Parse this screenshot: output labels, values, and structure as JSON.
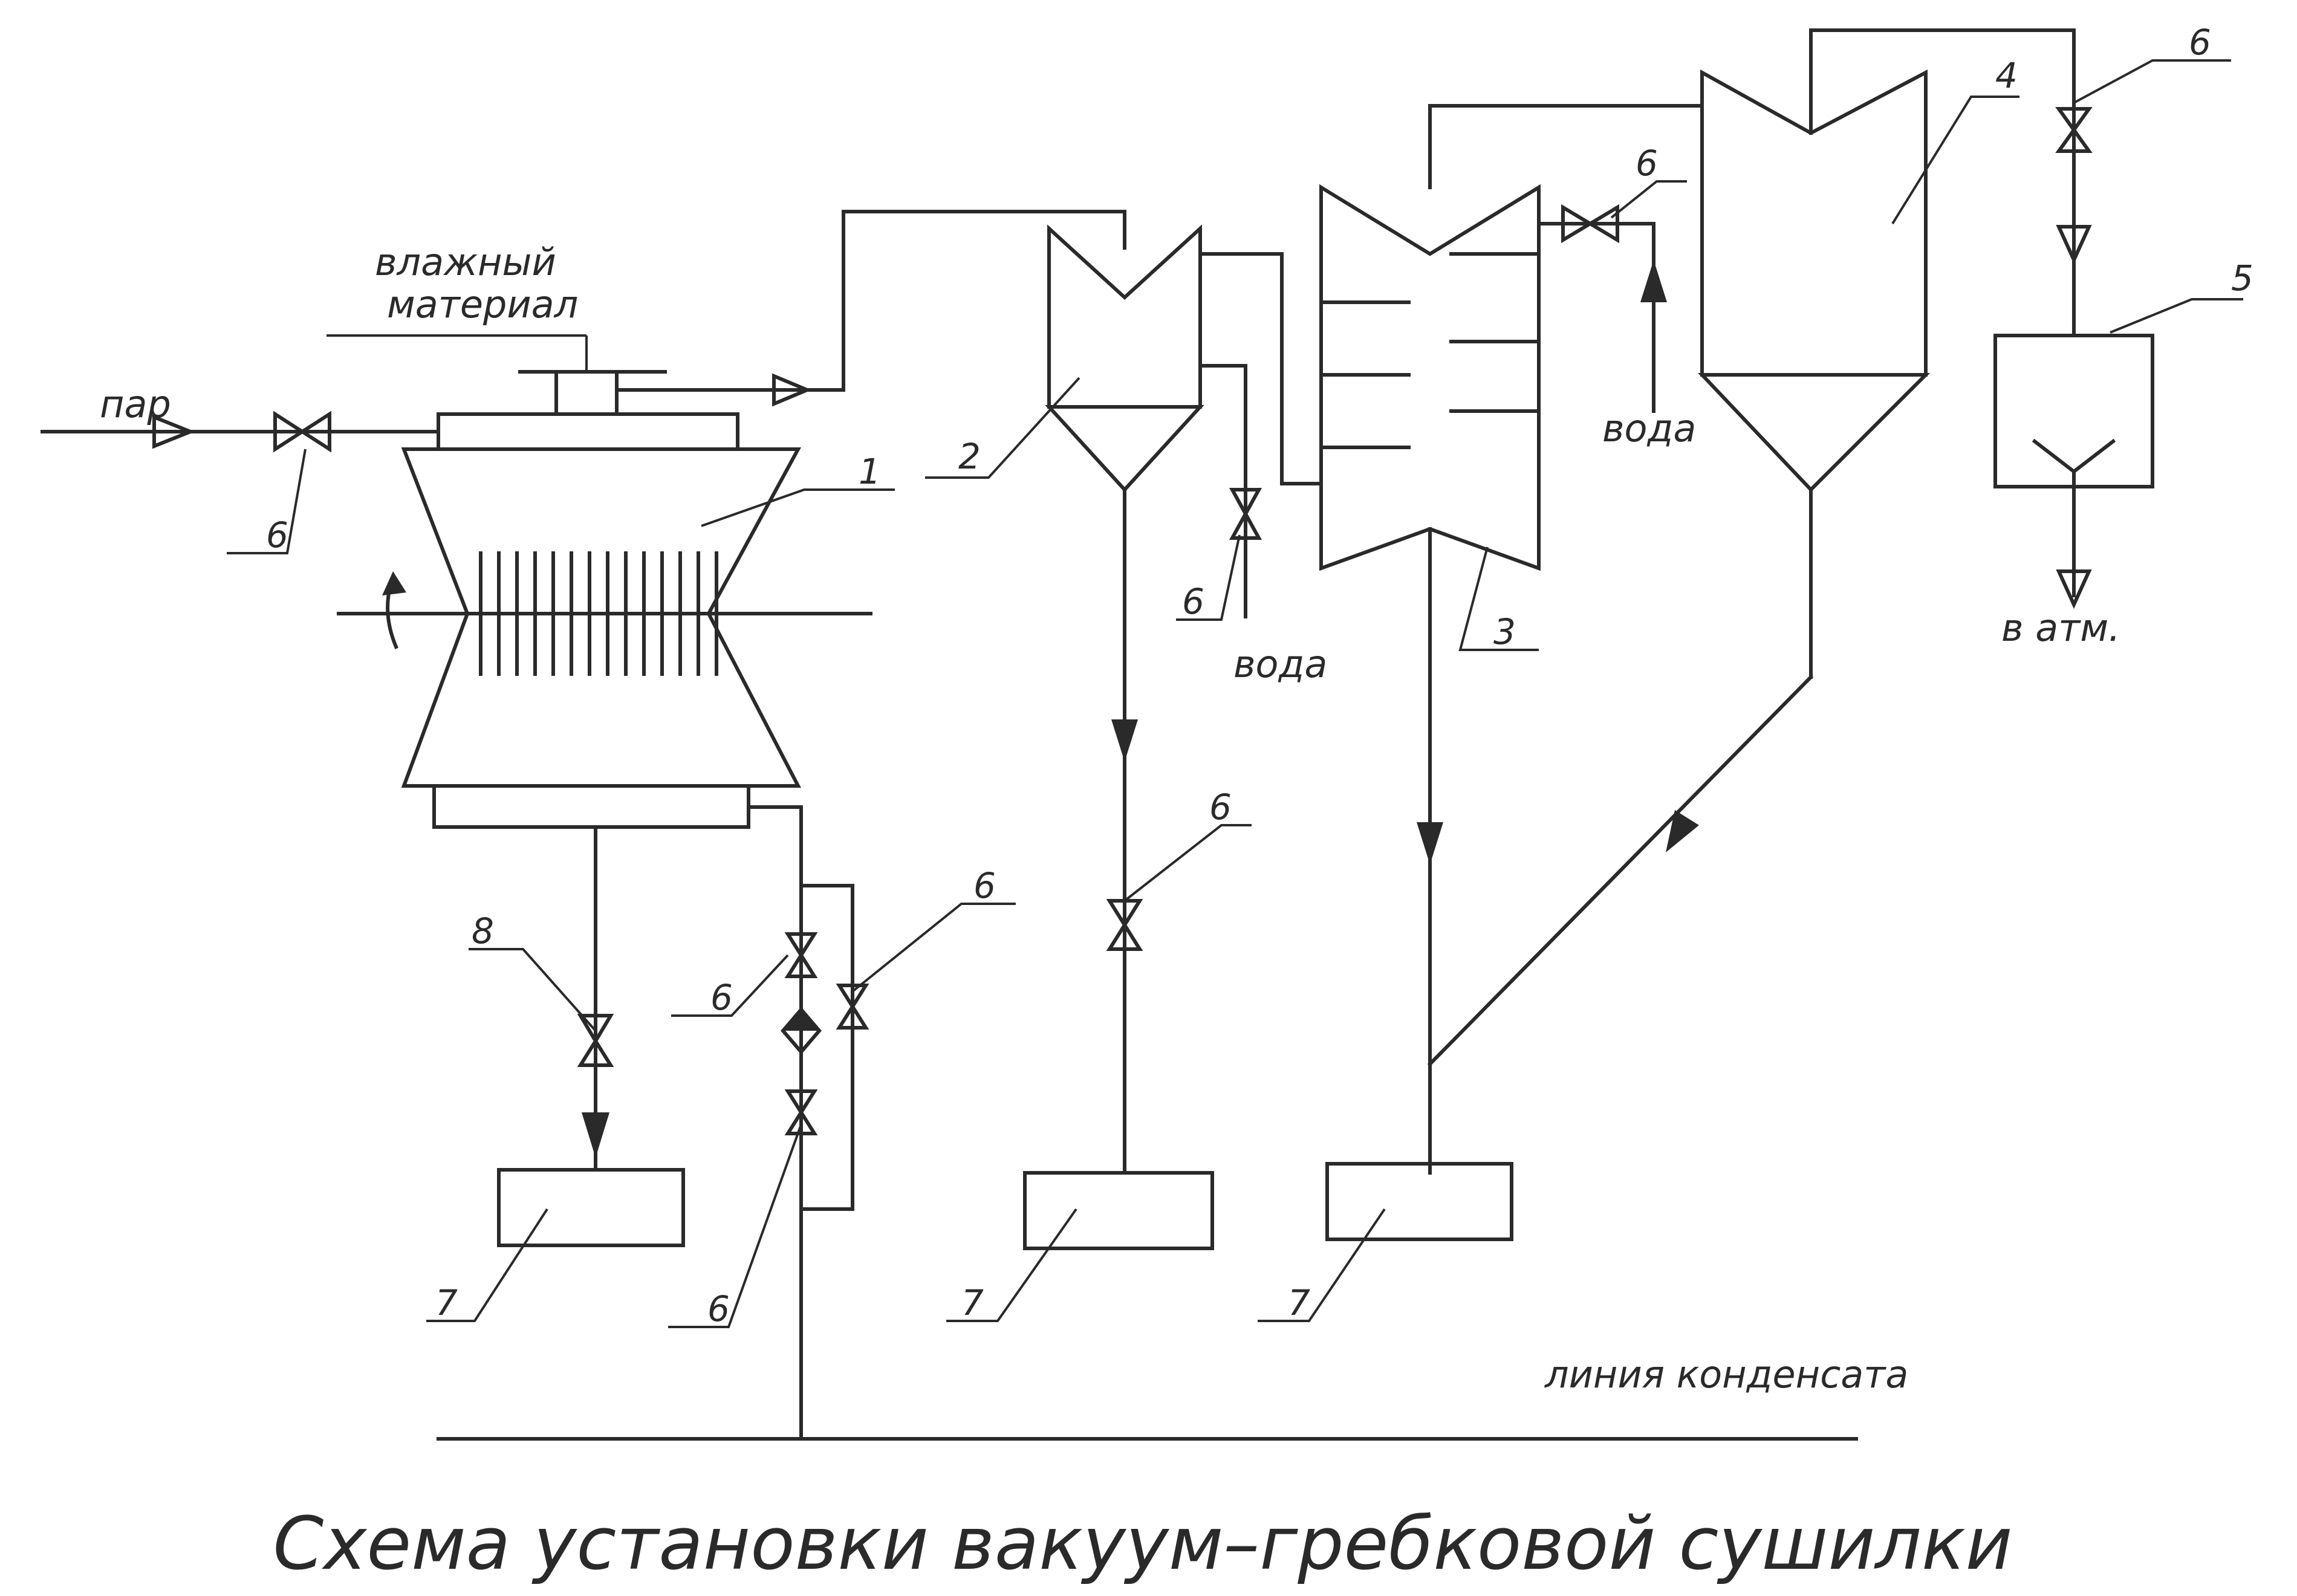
{
  "title": "Схема установки вакуум–гребковой сушилки",
  "labels": {
    "steam": "пар",
    "wet_material_1": "влажный",
    "wet_material_2": "материал",
    "water_1": "вода",
    "water_2": "вода",
    "to_atm": "в атм.",
    "condensate_line": "линия конденсата"
  },
  "callouts": [
    "1",
    "2",
    "3",
    "4",
    "5",
    "6",
    "7",
    "8"
  ],
  "colors": {
    "ink": "#2a2a2a",
    "paper": "#ffffff"
  }
}
